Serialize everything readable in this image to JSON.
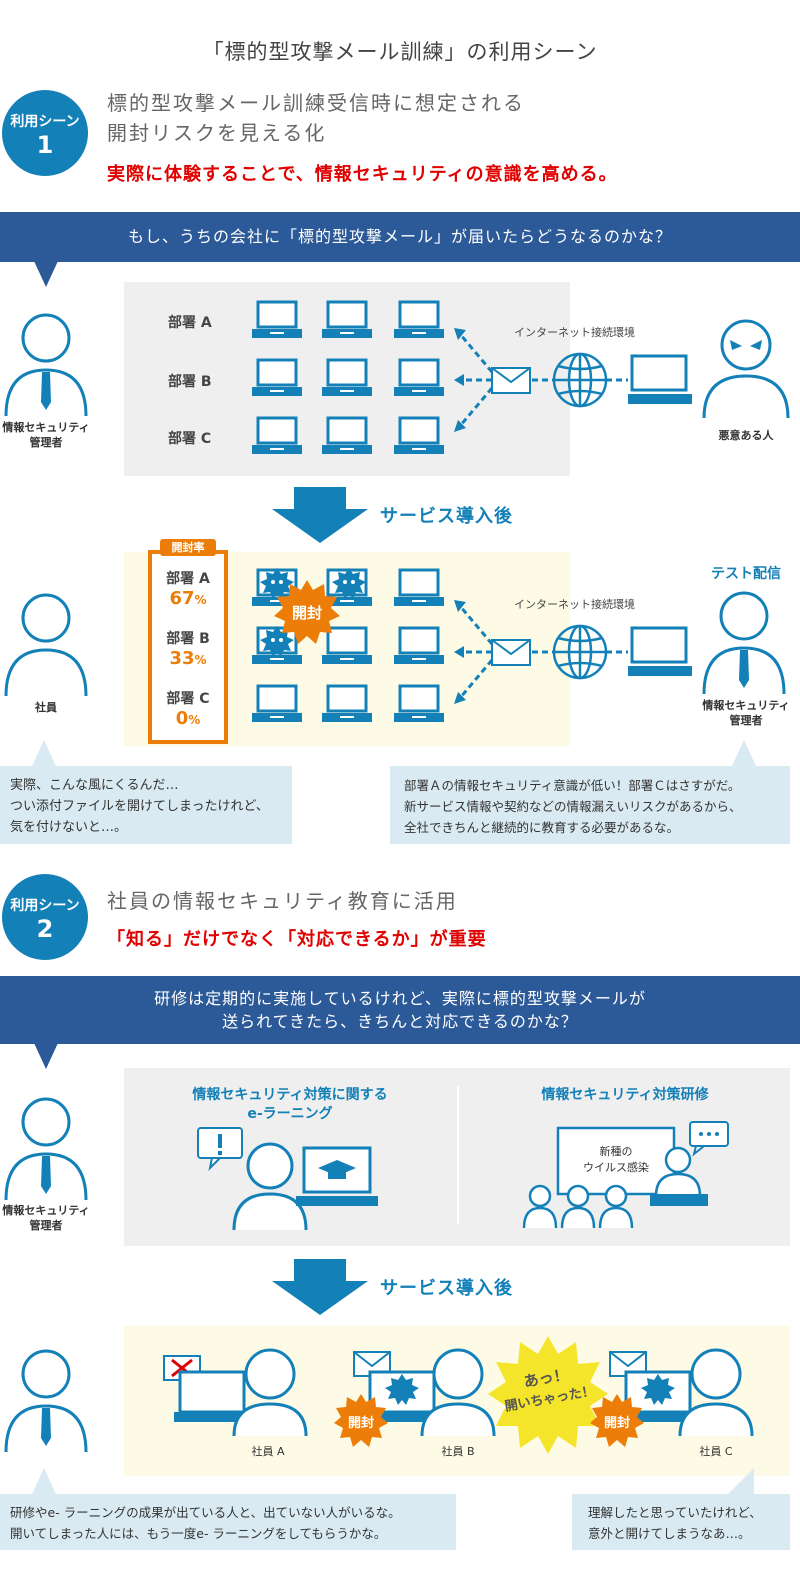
{
  "page_title": "「標的型攻撃メール訓練」の利用シーン",
  "scene1": {
    "badge_label": "利用シーン",
    "badge_num": "1",
    "heading_line1": "標的型攻撃メール訓練受信時に想定される",
    "heading_line2": "開封リスクを見える化",
    "highlight": "実際に体験することで、情報セキュリティの意識を高める。",
    "banner": "もし、うちの会社に「標的型攻撃メール」が届いたらどうなるのかな？",
    "admin_label_l1": "情報セキュリティ",
    "admin_label_l2": "管理者",
    "departments": [
      "部署 A",
      "部署 B",
      "部署 C"
    ],
    "internet_label": "インターネット接続環境",
    "attacker_label": "悪意ある人",
    "after_label": "サービス導入後",
    "open_rate_tag": "開封率",
    "open_rates": [
      {
        "dept": "部署 A",
        "value": "67",
        "unit": "%"
      },
      {
        "dept": "部署 B",
        "value": "33",
        "unit": "%"
      },
      {
        "dept": "部署 C",
        "value": "0",
        "unit": "%"
      }
    ],
    "opened_label": "開封",
    "test_delivery": "テスト配信",
    "employee_label": "社員",
    "bubble_left_l1": "実際、こんな風にくるんだ…",
    "bubble_left_l2": "つい添付ファイルを開けてしまったけれど、",
    "bubble_left_l3": "気を付けないと…。",
    "bubble_right_l1": "部署Ａの情報セキュリティ意識が低い！部署Ｃはさすがだ。",
    "bubble_right_l2": "新サービス情報や契約などの情報漏えいリスクがあるから、",
    "bubble_right_l3": "全社できちんと継続的に教育する必要があるな。"
  },
  "scene2": {
    "badge_label": "利用シーン",
    "badge_num": "2",
    "heading": "社員の情報セキュリティ教育に活用",
    "highlight": "「知る」だけでなく「対応できるか」が重要",
    "banner_l1": "研修は定期的に実施しているけれど、実際に標的型攻撃メールが",
    "banner_l2": "送られてきたら、きちんと対応できるのかな？",
    "elearning_title_l1": "情報セキュリティ対策に関する",
    "elearning_title_l2": "e-ラーニング",
    "training_title": "情報セキュリティ対策研修",
    "screen_text_l1": "新種の",
    "screen_text_l2": "ウイルス感染",
    "after_label": "サービス導入後",
    "employees": [
      "社員 A",
      "社員 B",
      "社員 C"
    ],
    "opened_label": "開封",
    "exclaim_l1": "あっ！",
    "exclaim_l2": "開いちゃった！",
    "bubble_left_l1": "研修やe- ラーニングの成果が出ている人と、出ていない人がいるな。",
    "bubble_left_l2": "開いてしまった人には、もう一度e- ラーニングをしてもらうかな。",
    "bubble_right_l1": "理解したと思っていたけれど、",
    "bubble_right_l2": "意外と開けてしまうなあ…。"
  },
  "colors": {
    "brand_blue": "#1380b8",
    "navy": "#2c5998",
    "orange": "#ec7d08",
    "red": "#e00000",
    "yellow": "#f5e52a"
  }
}
